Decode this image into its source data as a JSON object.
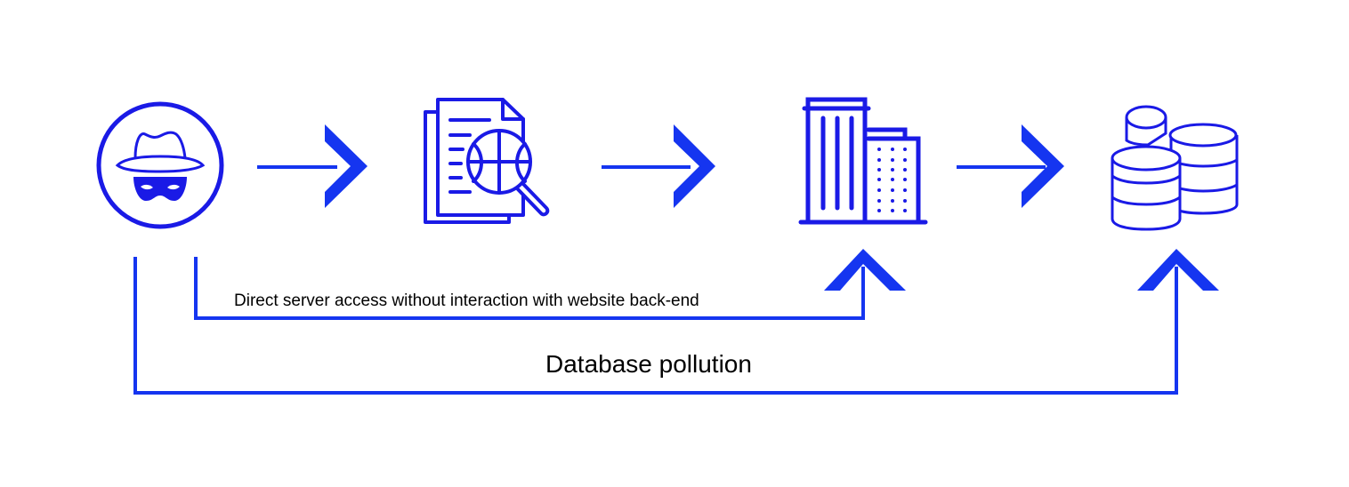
{
  "colors": {
    "accent": "#1535f0",
    "icon": "#1a1ae6",
    "text": "#000000"
  },
  "nodes": [
    {
      "id": "attacker",
      "icon": "hacker-icon",
      "label": ""
    },
    {
      "id": "website",
      "icon": "document-search-icon",
      "label": ""
    },
    {
      "id": "server",
      "icon": "building-icon",
      "label": ""
    },
    {
      "id": "database",
      "icon": "database-icon",
      "label": ""
    }
  ],
  "edges": {
    "direct_access": {
      "from": "attacker",
      "to": "server",
      "label": "Direct server access without interaction with website back-end"
    },
    "pollution": {
      "from": "attacker",
      "to": "database",
      "label": "Database pollution"
    }
  }
}
